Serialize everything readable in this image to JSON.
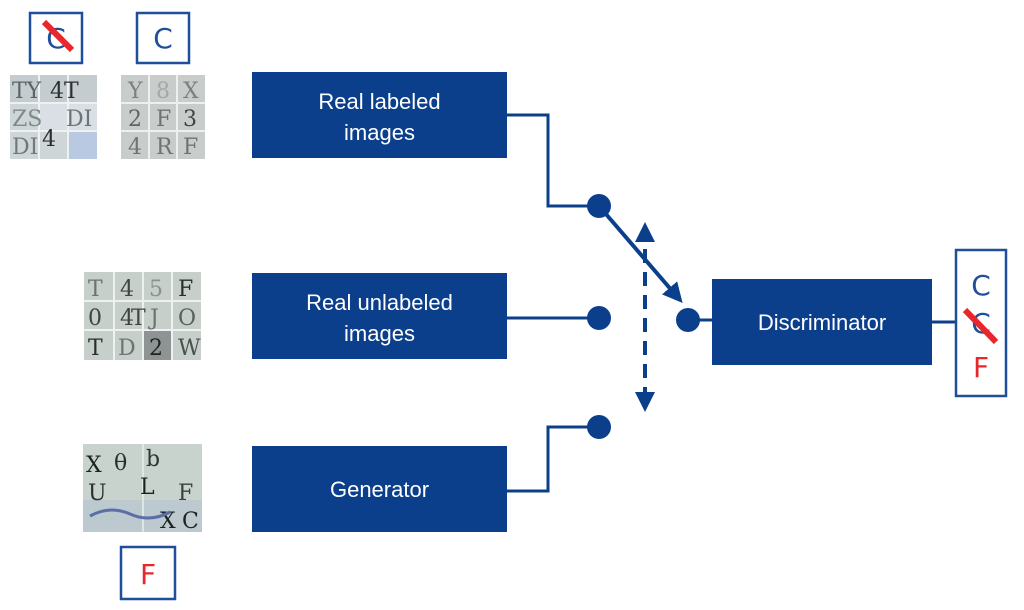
{
  "colors": {
    "box_fill": "#0b3f8c",
    "line": "#0b3f8c",
    "label_blue": "#1f4e9a",
    "label_red": "#e8262b",
    "strike": "#e8262b",
    "box_text": "#ffffff"
  },
  "boxes": {
    "real_labeled": {
      "line1": "Real labeled",
      "line2": "images"
    },
    "real_unlabeled": {
      "line1": "Real unlabeled",
      "line2": "images"
    },
    "generator": {
      "label": "Generator"
    },
    "discriminator": {
      "label": "Discriminator"
    }
  },
  "class_labels": {
    "left_crossed": "C",
    "left_plain": "C",
    "fake": "F",
    "output_top": "C",
    "output_crossed": "C",
    "output_fake": "F"
  },
  "samples": {
    "labeled_a": [
      "TY",
      "4T",
      "ZS",
      "DI",
      "DI",
      "4"
    ],
    "labeled_b": [
      "Y",
      "8",
      "X",
      "2",
      "F",
      "3",
      "4",
      "R",
      "F"
    ],
    "unlabeled": [
      "T",
      "4",
      "5",
      "F",
      "0",
      "4",
      "T",
      "J",
      "O",
      "T",
      "D",
      "2",
      "W"
    ],
    "generated": [
      "X",
      "θ",
      "b",
      "U",
      "L",
      "F",
      "X",
      "C"
    ]
  }
}
